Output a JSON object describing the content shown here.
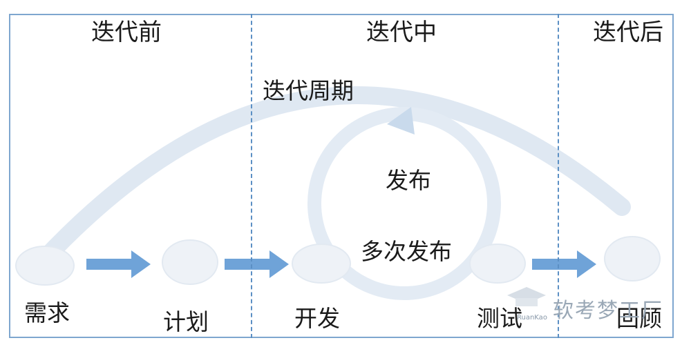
{
  "phases": {
    "before": "迭代前",
    "during": "迭代中",
    "after": "迭代后"
  },
  "cycle": {
    "label": "迭代周期",
    "release": "发布",
    "multiple_releases": "多次发布"
  },
  "steps": {
    "requirements": "需求",
    "planning": "计划",
    "development": "开发",
    "testing": "测试",
    "review": "回顾"
  },
  "watermark": {
    "name": "软考梦工厂",
    "sub": "RuanKao"
  },
  "colors": {
    "frame": "#7ea6cf",
    "divider": "#5b8fc4",
    "arrow": "#6fa3d8",
    "faded_art": "#d7e2ee"
  }
}
